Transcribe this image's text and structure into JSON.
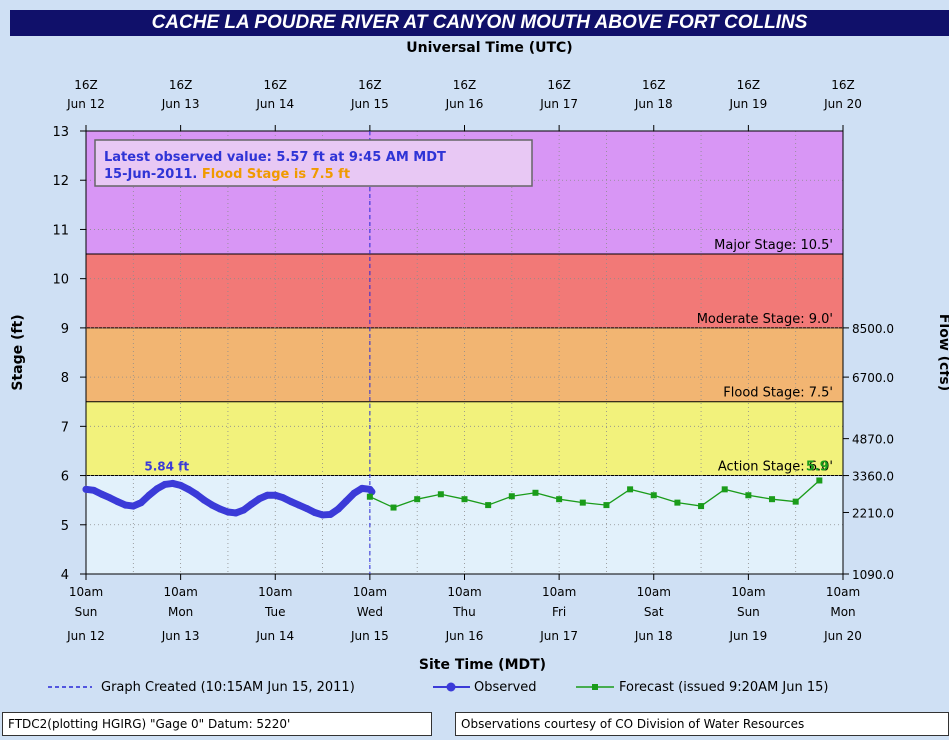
{
  "title": "CACHE LA POUDRE RIVER AT CANYON MOUTH ABOVE FORT COLLINS",
  "colors": {
    "header": "#10106a",
    "background": "#cfe0f4",
    "major": "#d896f5",
    "moderate": "#f27977",
    "flood": "#f2b572",
    "action": "#f2f27c",
    "normal": "#e2f1fb",
    "observed": "#3b3bd8",
    "forecast": "#1a9c1a",
    "latest_text": "#2f34d6",
    "flood_text": "#f09a00"
  },
  "chart_data": {
    "type": "line",
    "title": "CACHE LA POUDRE RIVER AT CANYON MOUTH ABOVE FORT COLLINS",
    "top_axis_title": "Universal Time (UTC)",
    "xlabel": "Site Time (MDT)",
    "ylabel": "Stage (ft)",
    "y2label": "Flow (cfs)",
    "ylim": [
      4,
      13
    ],
    "yticks": [
      "4",
      "5",
      "6",
      "7",
      "8",
      "9",
      "10",
      "11",
      "12",
      "13"
    ],
    "y2ticks": [
      {
        "stage": 4,
        "label": "1090.0"
      },
      {
        "stage": 5.25,
        "label": "2210.0"
      },
      {
        "stage": 6,
        "label": "3360.0"
      },
      {
        "stage": 6.75,
        "label": "4870.0"
      },
      {
        "stage": 8,
        "label": "6700.0"
      },
      {
        "stage": 9,
        "label": "8500.0"
      }
    ],
    "xlim": [
      0,
      192
    ],
    "x_unit": "hours since 10am Sun Jun 12 (MDT)",
    "top_ticks": [
      {
        "l1": "16Z",
        "l2": "Jun 12"
      },
      {
        "l1": "16Z",
        "l2": "Jun 13"
      },
      {
        "l1": "16Z",
        "l2": "Jun 14"
      },
      {
        "l1": "16Z",
        "l2": "Jun 15"
      },
      {
        "l1": "16Z",
        "l2": "Jun 16"
      },
      {
        "l1": "16Z",
        "l2": "Jun 17"
      },
      {
        "l1": "16Z",
        "l2": "Jun 18"
      },
      {
        "l1": "16Z",
        "l2": "Jun 19"
      },
      {
        "l1": "16Z",
        "l2": "Jun 20"
      }
    ],
    "bottom_ticks": [
      {
        "l1": "10am",
        "l2": "Sun",
        "l3": "Jun 12"
      },
      {
        "l1": "10am",
        "l2": "Mon",
        "l3": "Jun 13"
      },
      {
        "l1": "10am",
        "l2": "Tue",
        "l3": "Jun 14"
      },
      {
        "l1": "10am",
        "l2": "Wed",
        "l3": "Jun 15"
      },
      {
        "l1": "10am",
        "l2": "Thu",
        "l3": "Jun 16"
      },
      {
        "l1": "10am",
        "l2": "Fri",
        "l3": "Jun 17"
      },
      {
        "l1": "10am",
        "l2": "Sat",
        "l3": "Jun 18"
      },
      {
        "l1": "10am",
        "l2": "Sun",
        "l3": "Jun 19"
      },
      {
        "l1": "10am",
        "l2": "Mon",
        "l3": "Jun 20"
      }
    ],
    "stage_bands": [
      {
        "name": "normal",
        "from": 4,
        "to": 6,
        "label": ""
      },
      {
        "name": "action",
        "from": 6,
        "to": 7.5,
        "label": "Action Stage: 6.0'"
      },
      {
        "name": "flood",
        "from": 7.5,
        "to": 9,
        "label": "Flood Stage: 7.5'"
      },
      {
        "name": "moderate",
        "from": 9,
        "to": 10.5,
        "label": "Moderate Stage: 9.0'"
      },
      {
        "name": "major",
        "from": 10.5,
        "to": 13,
        "label": "Major Stage: 10.5'"
      }
    ],
    "created_x": 72,
    "series": [
      {
        "name": "Observed",
        "points": [
          [
            0,
            5.72
          ],
          [
            2,
            5.7
          ],
          [
            4,
            5.62
          ],
          [
            6,
            5.55
          ],
          [
            8,
            5.47
          ],
          [
            10,
            5.4
          ],
          [
            12,
            5.38
          ],
          [
            14,
            5.45
          ],
          [
            16,
            5.6
          ],
          [
            18,
            5.73
          ],
          [
            20,
            5.82
          ],
          [
            22,
            5.84
          ],
          [
            24,
            5.8
          ],
          [
            26,
            5.72
          ],
          [
            28,
            5.62
          ],
          [
            30,
            5.5
          ],
          [
            32,
            5.4
          ],
          [
            34,
            5.32
          ],
          [
            36,
            5.26
          ],
          [
            38,
            5.24
          ],
          [
            40,
            5.3
          ],
          [
            42,
            5.42
          ],
          [
            44,
            5.53
          ],
          [
            46,
            5.6
          ],
          [
            48,
            5.6
          ],
          [
            50,
            5.55
          ],
          [
            52,
            5.47
          ],
          [
            54,
            5.4
          ],
          [
            56,
            5.33
          ],
          [
            58,
            5.25
          ],
          [
            60,
            5.2
          ],
          [
            62,
            5.21
          ],
          [
            64,
            5.32
          ],
          [
            66,
            5.48
          ],
          [
            68,
            5.64
          ],
          [
            70,
            5.74
          ],
          [
            72,
            5.72
          ],
          [
            72.5,
            5.67
          ]
        ]
      },
      {
        "name": "Forecast",
        "points": [
          [
            72,
            5.57
          ],
          [
            78,
            5.35
          ],
          [
            84,
            5.52
          ],
          [
            90,
            5.62
          ],
          [
            96,
            5.52
          ],
          [
            102,
            5.4
          ],
          [
            108,
            5.58
          ],
          [
            114,
            5.65
          ],
          [
            120,
            5.52
          ],
          [
            126,
            5.45
          ],
          [
            132,
            5.4
          ],
          [
            138,
            5.72
          ],
          [
            144,
            5.6
          ],
          [
            150,
            5.45
          ],
          [
            156,
            5.38
          ],
          [
            162,
            5.72
          ],
          [
            168,
            5.6
          ],
          [
            174,
            5.52
          ],
          [
            180,
            5.47
          ],
          [
            186,
            5.9
          ]
        ]
      }
    ],
    "annotations": {
      "peak_label": "5.84 ft",
      "peak_point": [
        22,
        5.84
      ],
      "forecast_end_label": "5.9"
    }
  },
  "info_box": {
    "line1": "Latest observed value: 5.57 ft at 9:45 AM MDT",
    "line2": "15-Jun-2011.",
    "line2_flood": "Flood Stage is 7.5 ft"
  },
  "legend": {
    "created": "Graph Created (10:15AM Jun 15, 2011)",
    "observed": "Observed",
    "forecast": "Forecast (issued 9:20AM Jun 15)"
  },
  "footer": {
    "left": "FTDC2(plotting HGIRG) \"Gage 0\" Datum: 5220'",
    "right": "Observations courtesy of CO Division of Water Resources"
  }
}
